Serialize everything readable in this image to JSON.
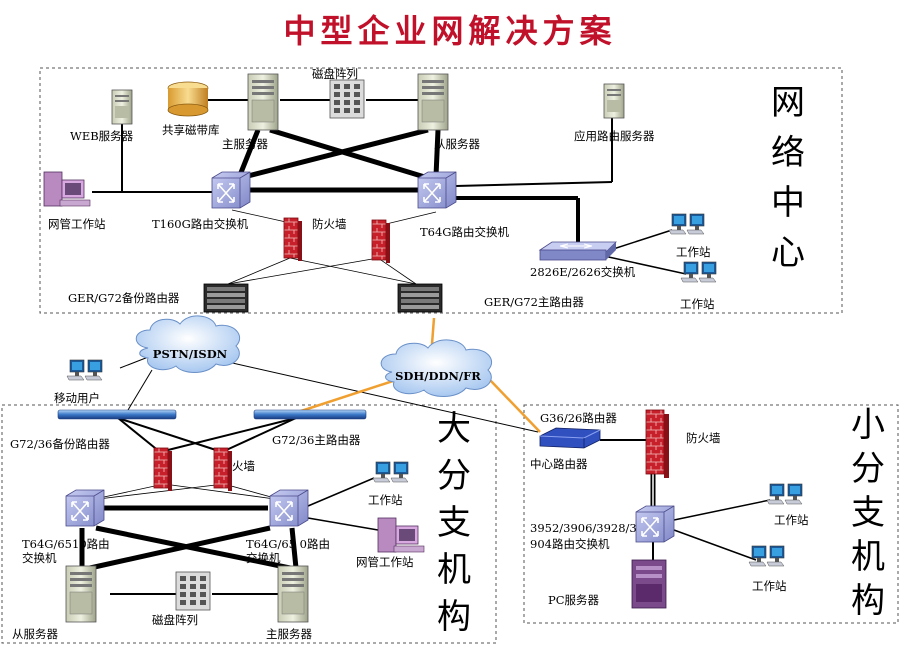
{
  "title": "中型企业网解决方案",
  "zones": {
    "network_center": "网络中心",
    "large_branch": "大分支机构",
    "small_branch": "小分支机构"
  },
  "clouds": {
    "pstn": "PSTN/ISDN",
    "sdh": "SDH/DDN/FR"
  },
  "labels": {
    "disk_array_top": "磁盘阵列",
    "shared_tape": "共享磁带库",
    "web_server": "WEB服务器",
    "main_server_top": "主服务器",
    "slave_server_top": "从服务器",
    "app_route_server": "应用路由服务器",
    "nms_station_top": "网管工作站",
    "t160g": "T160G路由交换机",
    "firewall_top": "防火墙",
    "t64g_top": "T64G路由交换机",
    "switch_2826": "2826E/2626交换机",
    "ws_nc_1": "工作站",
    "ws_nc_2": "工作站",
    "ger_backup": "GER/G72备份路由器",
    "ger_main": "GER/G72主路由器",
    "mobile_user": "移动用户",
    "g72_backup": "G72/36备份路由器",
    "g72_main": "G72/36主路由器",
    "firewall_mid": "火墙",
    "ws_lb": "工作站",
    "t64g_left_1": "T64G/6510路由",
    "t64g_left_2": "交换机",
    "t64g_right_1": "T64G/65 0路由",
    "t64g_right_2": "交换机",
    "nms_station_lb": "网管工作站",
    "slave_server_lb": "从服务器",
    "disk_array_lb": "磁盘阵列",
    "main_server_lb": "主服务器",
    "g36_router": "G36/26路由器",
    "firewall_sb": "防火墙",
    "central_router": "中心路由器",
    "switch_3952_1": "3952/3906/3928/3",
    "switch_3952_2": "904路由交换机",
    "pc_server": "PC服务器",
    "ws_sb_1": "工作站",
    "ws_sb_2": "工作站"
  },
  "colors": {
    "title": "#c0102a",
    "wan_link": "#f0a030",
    "firewall": "#c8202a",
    "switch": "#9aa0d8",
    "router_blue": "#3050c0"
  }
}
